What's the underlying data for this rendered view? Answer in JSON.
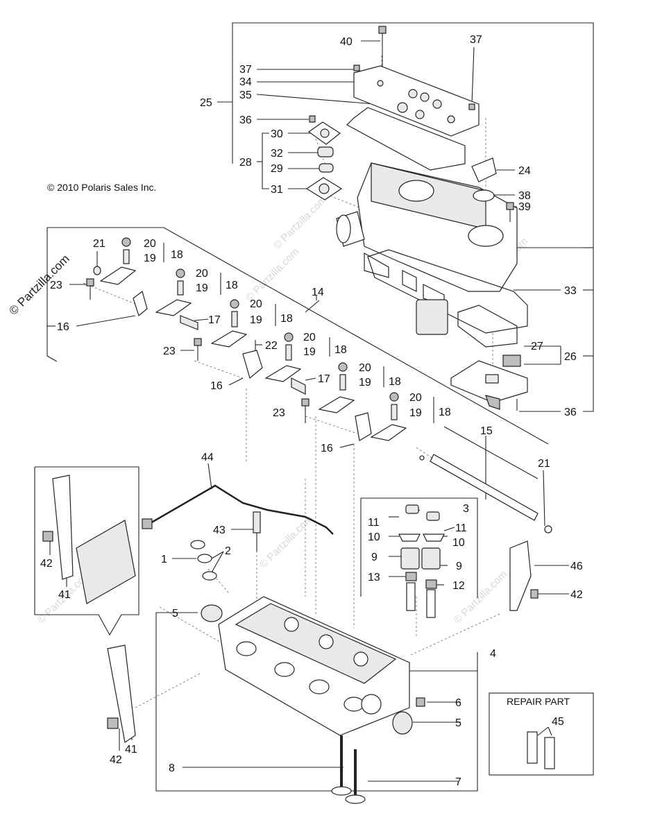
{
  "copyright": "© 2010 Polaris Sales Inc.",
  "watermark": "© Partzilla.com",
  "repair_part_title": "REPAIR PART",
  "callouts": {
    "c1": "1",
    "c2": "2",
    "c3": "3",
    "c4": "4",
    "c5a": "5",
    "c5b": "5",
    "c6": "6",
    "c7": "7",
    "c8": "8",
    "c9a": "9",
    "c9b": "9",
    "c10a": "10",
    "c10b": "10",
    "c11a": "11",
    "c11b": "11",
    "c12": "12",
    "c13": "13",
    "c14": "14",
    "c15": "15",
    "c16a": "16",
    "c16b": "16",
    "c16c": "16",
    "c17a": "17",
    "c17b": "17",
    "c18a": "18",
    "c18b": "18",
    "c18c": "18",
    "c18d": "18",
    "c18e": "18",
    "c18f": "18",
    "c19a": "19",
    "c19b": "19",
    "c19c": "19",
    "c19d": "19",
    "c19e": "19",
    "c19f": "19",
    "c20a": "20",
    "c20b": "20",
    "c20c": "20",
    "c20d": "20",
    "c20e": "20",
    "c20f": "20",
    "c21a": "21",
    "c21b": "21",
    "c22": "22",
    "c23a": "23",
    "c23b": "23",
    "c23c": "23",
    "c24": "24",
    "c25": "25",
    "c26": "26",
    "c27": "27",
    "c28": "28",
    "c29": "29",
    "c30": "30",
    "c31": "31",
    "c32": "32",
    "c33": "33",
    "c34": "34",
    "c35": "35",
    "c36a": "36",
    "c36b": "36",
    "c37a": "37",
    "c37b": "37",
    "c38": "38",
    "c39": "39",
    "c40": "40",
    "c41a": "41",
    "c41b": "41",
    "c42a": "42",
    "c42b": "42",
    "c42c": "42",
    "c43": "43",
    "c44": "44",
    "c45": "45",
    "c46": "46"
  }
}
